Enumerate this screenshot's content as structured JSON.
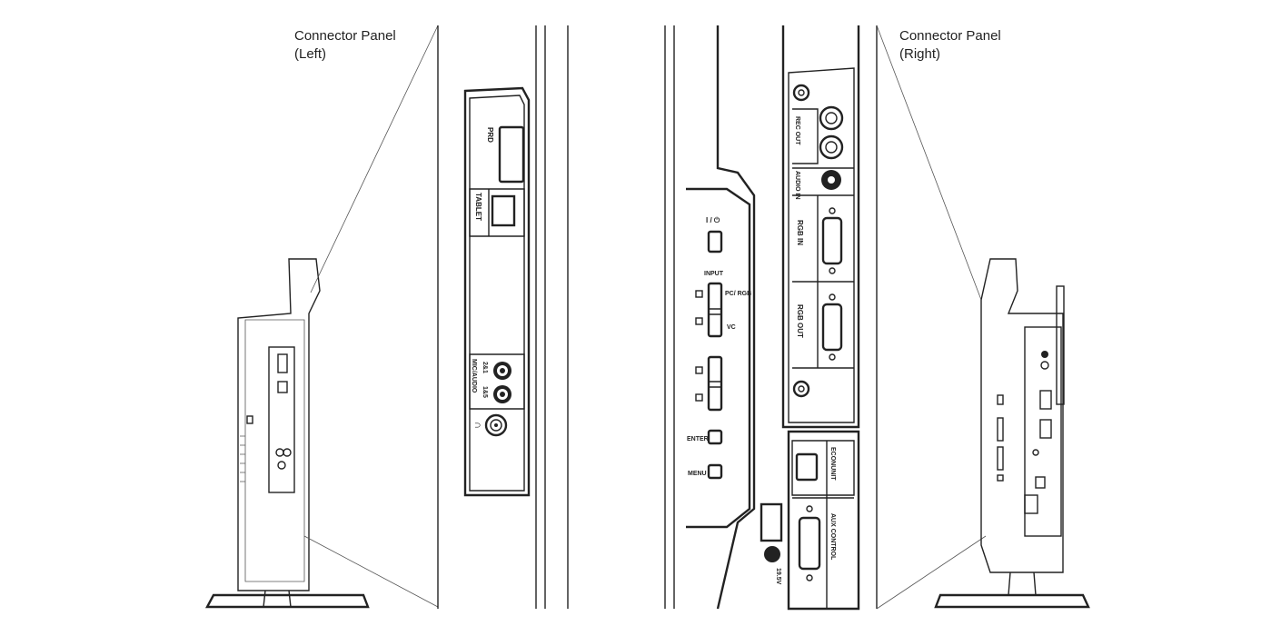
{
  "captions": {
    "left_title": "Connector Panel",
    "left_sub": "(Left)",
    "right_title": "Connector Panel",
    "right_sub": "(Right)"
  },
  "left_panel": {
    "card_slot": "PRD",
    "tablet_port": "TABLET",
    "audio_label": "MIC/AUDIO",
    "jack_1": "2&1",
    "jack_2": "1&5",
    "headphone": "∩"
  },
  "right_buttons": {
    "power": "I / ⏻",
    "input": "INPUT",
    "pc_rgb": "PC/ RGB",
    "vc": "VC",
    "enter": "ENTER",
    "menu": "MENU"
  },
  "right_panel": {
    "rec_out": "REC OUT",
    "audio_in": "AUDIO IN",
    "rgb_in": "RGB IN",
    "rgb_out": "RGB OUT",
    "econunit": "ECONUNIT",
    "aux_control": "AUX CONTROL",
    "power_in": "19.5V"
  }
}
